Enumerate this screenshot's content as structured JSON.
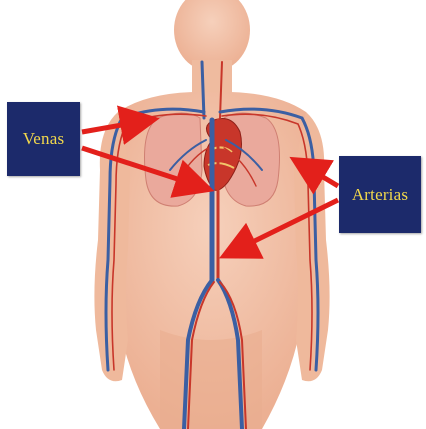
{
  "labels": {
    "veins": "Venas",
    "arteries": "Arterias"
  },
  "colors": {
    "label_box": "#1c2a6b",
    "label_text": "#f2d84c",
    "arrow": "#e3201b",
    "skin": "#f1bfa6",
    "lung": "#e8a79b",
    "heart": "#c8362a",
    "vein": "#3b5fa3",
    "artery": "#c8362a"
  },
  "icons": {
    "body": "human-body-circulatory-system",
    "heart": "heart-icon",
    "lungs": "lungs-icon"
  }
}
